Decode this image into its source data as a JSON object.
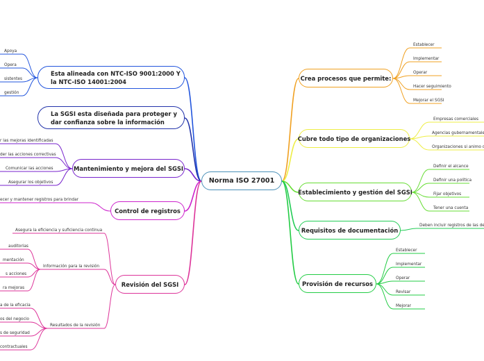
{
  "center": {
    "label": "Norma ISO 27001"
  },
  "right": {
    "procesos": {
      "label": "Crea procesos que permite:",
      "children": [
        "Establecer",
        "Implementar",
        "Operar",
        "Hacer seguimiento",
        "Mejorar el SGSI"
      ]
    },
    "organizaciones": {
      "label": "Cubre todo tipo de organizaciones",
      "children": [
        "Empresas comerciales",
        "Agencias gubernamentales",
        "Organizaciones si animo de"
      ]
    },
    "establecimiento": {
      "label": "Establecimiento y gestión del SGSI",
      "children": [
        "Definir el alcance",
        "Definir una política",
        "Fijar objetivos",
        "Tener una cuenta"
      ]
    },
    "documentacion": {
      "label": "Requisitos de documentación",
      "children": [
        "Deben incluir registros de las dec"
      ]
    },
    "recursos": {
      "label": "Provisión de recursos",
      "children": [
        "Establecer",
        "Implementar",
        "Operar",
        "Revisar",
        "Mejorar"
      ]
    }
  },
  "left": {
    "alineada": {
      "label": "Esta alineada con NTC-ISO 9001:2000 Y la NTC-ISO 14001:2004",
      "children": [
        "Apoya",
        "Opera",
        "sistentes",
        "gestión"
      ]
    },
    "disenada": {
      "label": "La SGSI esta diseñada para proteger y dar confianza sobre la información"
    },
    "mantenimiento": {
      "label": "Mantenimiento y mejora del SGSI",
      "children": [
        "r las mejoras identificadas",
        "der las acciones correctivas",
        "Comunicar las acciones",
        "Asegurar los objetivos"
      ]
    },
    "registros": {
      "label": "Control de registros",
      "children": [
        "ecer y mantener registros para brindar"
      ]
    },
    "revision": {
      "label": "Revisión del SGSI",
      "children": [
        "Asegura la eficiencia y suficiencia continua",
        "Información para la revisión",
        "Resultados de la revisión"
      ],
      "info_children": [
        "auditorias",
        "mentación",
        "s acciones",
        "ra mejoras"
      ],
      "result_children": [
        "a de la eficacia",
        "os del negocio",
        "s de seguridad",
        "contractuales"
      ]
    }
  },
  "colors": {
    "center_border": "#4a90b8",
    "procesos": "#f0a020",
    "organizaciones": "#eeee44",
    "establecimiento": "#66dd33",
    "documentacion": "#22cc55",
    "recursos": "#22cc44",
    "alineada": "#2255dd",
    "disenada": "#2233aa",
    "mantenimiento": "#7722cc",
    "registros": "#cc22cc",
    "revision": "#dd3399"
  }
}
